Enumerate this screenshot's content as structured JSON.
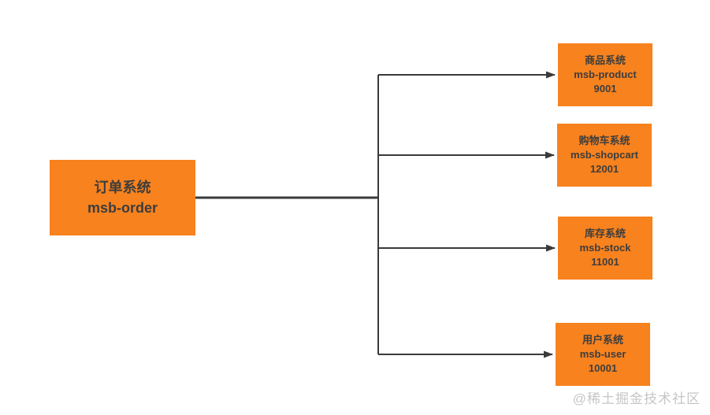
{
  "diagram": {
    "source_node": {
      "title": "订单系统",
      "service": "msb-order"
    },
    "target_nodes": [
      {
        "title": "商品系统",
        "service": "msb-product",
        "port": "9001"
      },
      {
        "title": "购物车系统",
        "service": "msb-shopcart",
        "port": "12001"
      },
      {
        "title": "库存系统",
        "service": "msb-stock",
        "port": "11001"
      },
      {
        "title": "用户系统",
        "service": "msb-user",
        "port": "10001"
      }
    ],
    "colors": {
      "node_fill": "#F7821E",
      "node_text": "#3D3D3D",
      "connector": "#3A3A3A",
      "watermark_text": "#C6C6C6"
    },
    "watermark": "@稀土掘金技术社区"
  }
}
